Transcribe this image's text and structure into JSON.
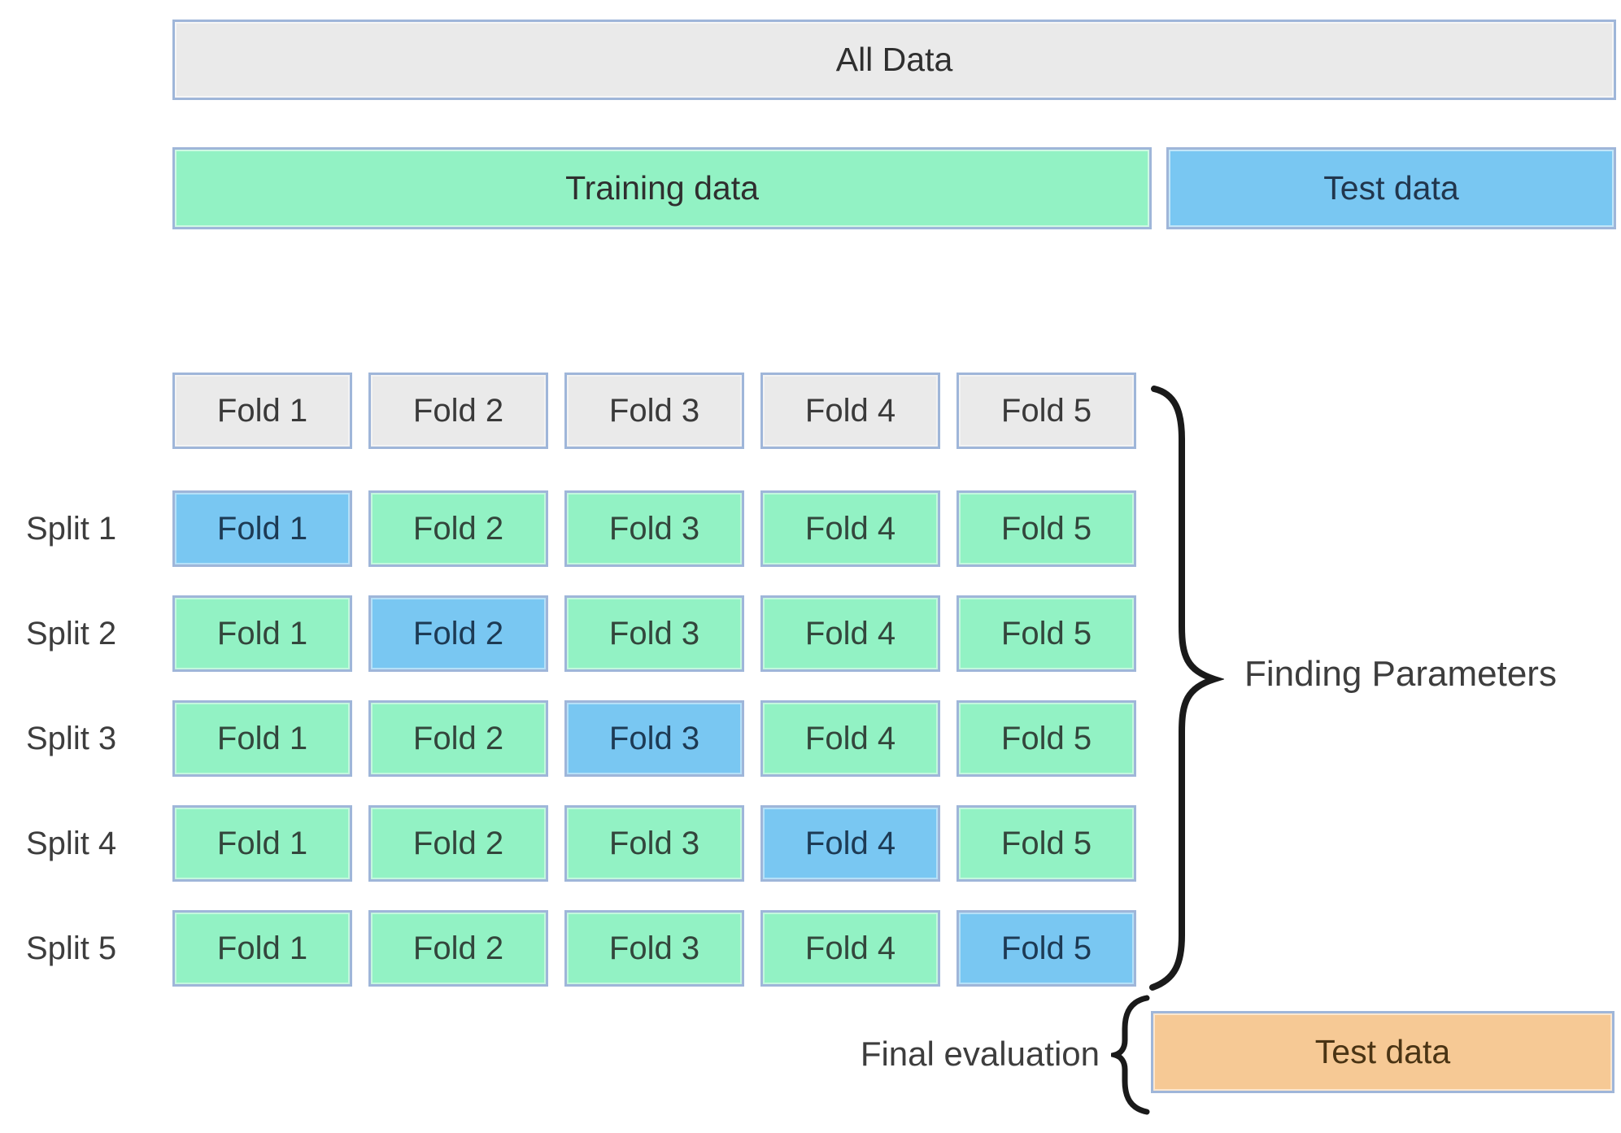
{
  "diagram": {
    "all_data_label": "All Data",
    "training_label": "Training data",
    "test_label": "Test data",
    "fold_headers": [
      "Fold 1",
      "Fold 2",
      "Fold 3",
      "Fold 4",
      "Fold 5"
    ],
    "splits": [
      {
        "label": "Split 1",
        "folds": [
          {
            "label": "Fold 1",
            "role": "validation"
          },
          {
            "label": "Fold 2",
            "role": "train"
          },
          {
            "label": "Fold 3",
            "role": "train"
          },
          {
            "label": "Fold 4",
            "role": "train"
          },
          {
            "label": "Fold 5",
            "role": "train"
          }
        ]
      },
      {
        "label": "Split 2",
        "folds": [
          {
            "label": "Fold 1",
            "role": "train"
          },
          {
            "label": "Fold 2",
            "role": "validation"
          },
          {
            "label": "Fold 3",
            "role": "train"
          },
          {
            "label": "Fold 4",
            "role": "train"
          },
          {
            "label": "Fold 5",
            "role": "train"
          }
        ]
      },
      {
        "label": "Split 3",
        "folds": [
          {
            "label": "Fold 1",
            "role": "train"
          },
          {
            "label": "Fold 2",
            "role": "train"
          },
          {
            "label": "Fold 3",
            "role": "validation"
          },
          {
            "label": "Fold 4",
            "role": "train"
          },
          {
            "label": "Fold 5",
            "role": "train"
          }
        ]
      },
      {
        "label": "Split 4",
        "folds": [
          {
            "label": "Fold 1",
            "role": "train"
          },
          {
            "label": "Fold 2",
            "role": "train"
          },
          {
            "label": "Fold 3",
            "role": "train"
          },
          {
            "label": "Fold 4",
            "role": "validation"
          },
          {
            "label": "Fold 5",
            "role": "train"
          }
        ]
      },
      {
        "label": "Split 5",
        "folds": [
          {
            "label": "Fold 1",
            "role": "train"
          },
          {
            "label": "Fold 2",
            "role": "train"
          },
          {
            "label": "Fold 3",
            "role": "train"
          },
          {
            "label": "Fold 4",
            "role": "train"
          },
          {
            "label": "Fold 5",
            "role": "validation"
          }
        ]
      }
    ],
    "finding_parameters_label": "Finding Parameters",
    "final_evaluation_label": "Final evaluation",
    "final_test_label": "Test data"
  },
  "colors": {
    "box-border": "#9FB6D9",
    "all-data-fill": "#EAEAEA",
    "train-fill": "#92F2C4",
    "validation-fill": "#79C7F2",
    "final-test-fill": "#F6C995",
    "label-text": "#3D3D3D",
    "box-text": "#2E3740",
    "brace": "#1A1A1A"
  }
}
